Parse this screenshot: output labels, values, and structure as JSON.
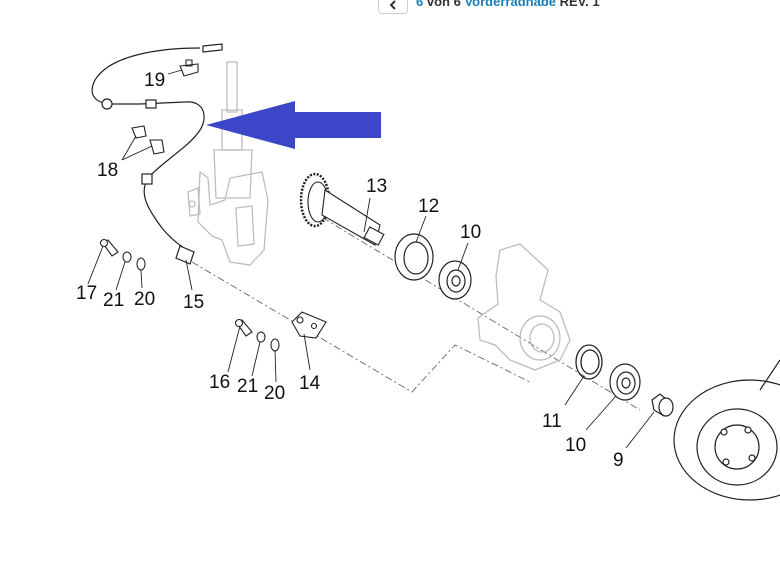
{
  "header": {
    "page_current": "6",
    "page_word": "von",
    "page_total": "6",
    "doc_title": "Vorderradnabe",
    "revision": "REV. 1"
  },
  "diagram": {
    "pointer_arrow_color": "#3b47c8",
    "callouts": [
      "19",
      "18",
      "13",
      "12",
      "10",
      "17",
      "21",
      "20",
      "15",
      "16",
      "21",
      "20",
      "14",
      "11",
      "10",
      "9"
    ]
  }
}
